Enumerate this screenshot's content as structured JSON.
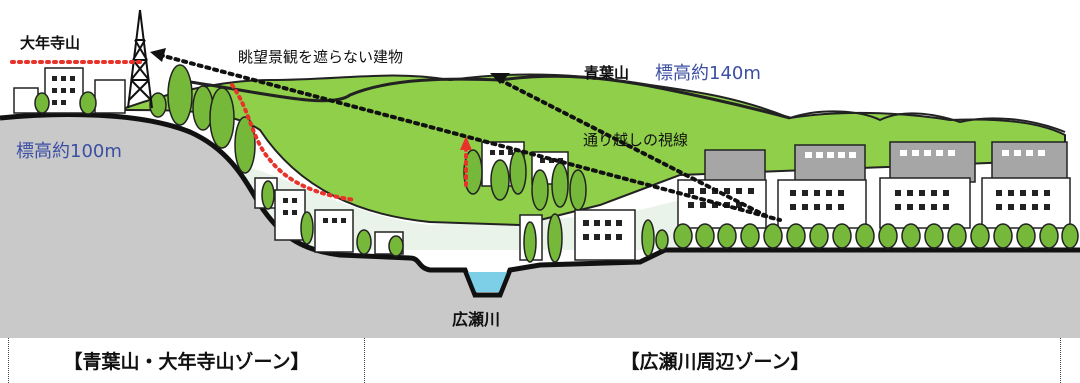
{
  "labels": {
    "odoshiyama": "大年寺山",
    "elev_left": "標高約100m",
    "view_note": "眺望景観を遮らない建物",
    "aobayama": "青葉山",
    "elev_right": "標高約140m",
    "sightline": "通り越しの視線",
    "river": "広瀬川"
  },
  "zones": {
    "left": "【青葉山・大年寺山ゾーン】",
    "right": "【広瀬川周辺ゾーン】"
  },
  "colors": {
    "ground": "#c9c9c9",
    "hill": "#8fcf4a",
    "tree": "#76b83a",
    "building": "#ffffff",
    "building_gray": "#a6a6a6",
    "water": "#7ccfe6",
    "accent_red": "#e8332a",
    "elevation_blue": "#3b4fa3"
  }
}
